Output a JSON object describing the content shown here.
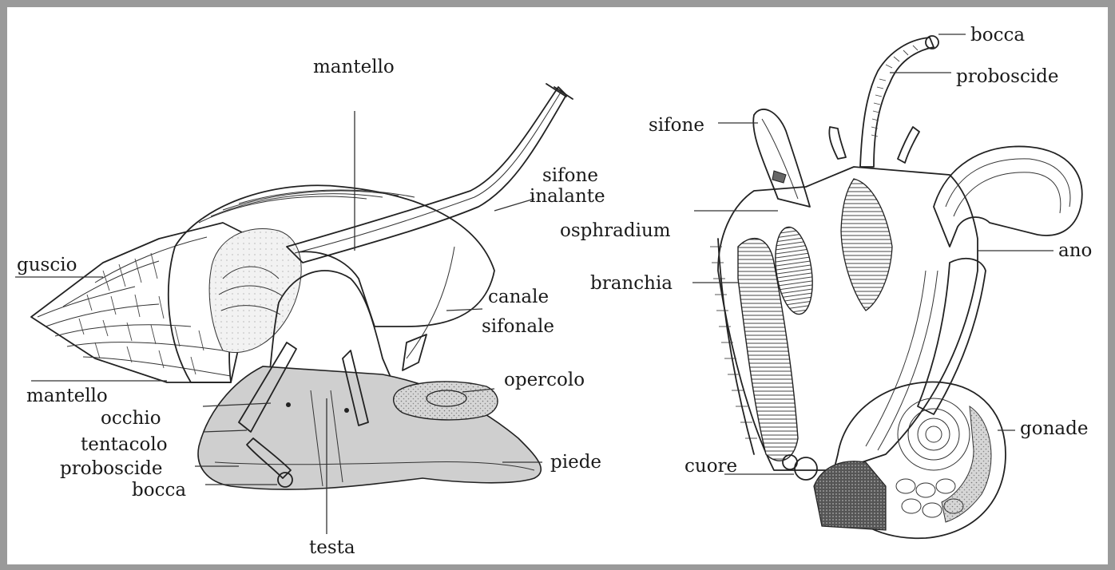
{
  "figure": {
    "left_panel": {
      "labels": {
        "mantello_top": "mantello",
        "sifone_inalante_1": "sifone",
        "sifone_inalante_2": "inalante",
        "guscio": "guscio",
        "canale_sifonale_1": "canale",
        "canale_sifonale_2": "sifonale",
        "opercolo": "opercolo",
        "mantello_left": "mantello",
        "occhio": "occhio",
        "tentacolo": "tentacolo",
        "proboscide": "proboscide",
        "bocca": "bocca",
        "piede": "piede",
        "testa": "testa"
      }
    },
    "right_panel": {
      "labels": {
        "bocca": "bocca",
        "proboscide": "proboscide",
        "sifone": "sifone",
        "osphradium": "osphradium",
        "ano": "ano",
        "branchia": "branchia",
        "gonade": "gonade",
        "cuore": "cuore"
      }
    },
    "colors": {
      "frame_border": "#9a9a9a",
      "background": "#ffffff",
      "ink": "#222222",
      "shade": "#c8c8c8"
    }
  }
}
